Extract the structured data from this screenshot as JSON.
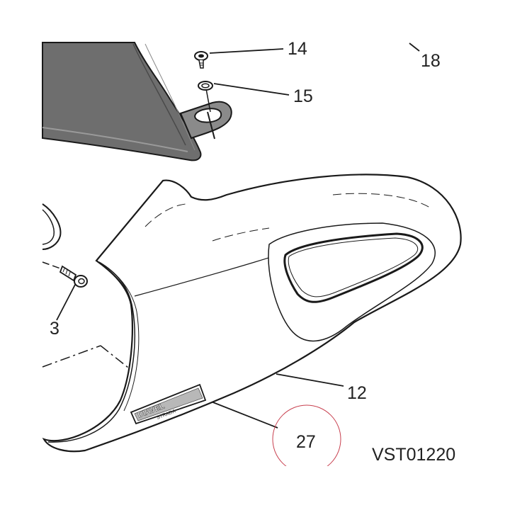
{
  "callouts": {
    "c14": "14",
    "c15": "15",
    "c18": "18",
    "c3": "3",
    "c12": "12",
    "c27": "27"
  },
  "figure_code": "VST01220",
  "badge": {
    "line1": "DIAVEL",
    "line2": "STRADA"
  },
  "colors": {
    "line": "#1a1a1a",
    "panel_fill": "#6e6e6e",
    "panel_light": "#8a8a8a",
    "highlight_circle": "#c8404f"
  }
}
